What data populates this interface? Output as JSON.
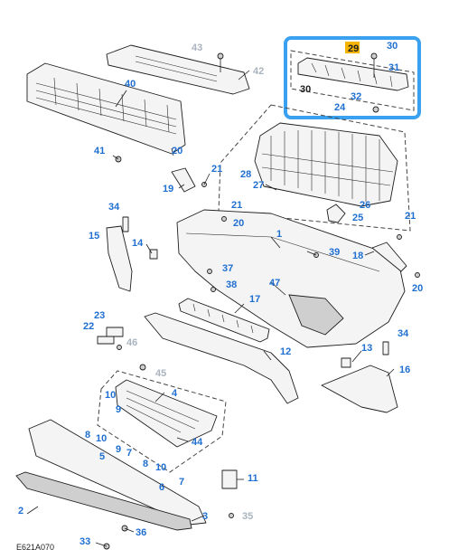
{
  "figure_code": "E621A070",
  "highlight_badge": "29",
  "colors": {
    "callout": "#1f6fd1",
    "callout_muted": "#a9b4bf",
    "highlight_frame": "#3aa0f0",
    "badge": "#f5b400"
  },
  "callouts": {
    "n1": "1",
    "n2": "2",
    "n3": "3",
    "n4": "4",
    "n5": "5",
    "n6": "6",
    "n7a": "7",
    "n7b": "7",
    "n8a": "8",
    "n8b": "8",
    "n9a": "9",
    "n9b": "9",
    "n10a": "10",
    "n10b": "10",
    "n10c": "10",
    "n11": "11",
    "n12": "12",
    "n13": "13",
    "n14": "14",
    "n15": "15",
    "n16": "16",
    "n17": "17",
    "n18": "18",
    "n19": "19",
    "n20a": "20",
    "n20b": "20",
    "n20c": "20",
    "n21a": "21",
    "n21b": "21",
    "n21c": "21",
    "n22": "22",
    "n23": "23",
    "n24": "24",
    "n25": "25",
    "n26": "26",
    "n27": "27",
    "n28": "28",
    "n30a": "30",
    "n30b": "30",
    "n31": "31",
    "n32": "32",
    "n33": "33",
    "n34a": "34",
    "n34b": "34",
    "n35": "35",
    "n36": "36",
    "n37": "37",
    "n38": "38",
    "n39": "39",
    "n40": "40",
    "n41": "41",
    "n42": "42",
    "n43": "43",
    "n44": "44",
    "n45": "45",
    "n46": "46",
    "n47": "47"
  }
}
